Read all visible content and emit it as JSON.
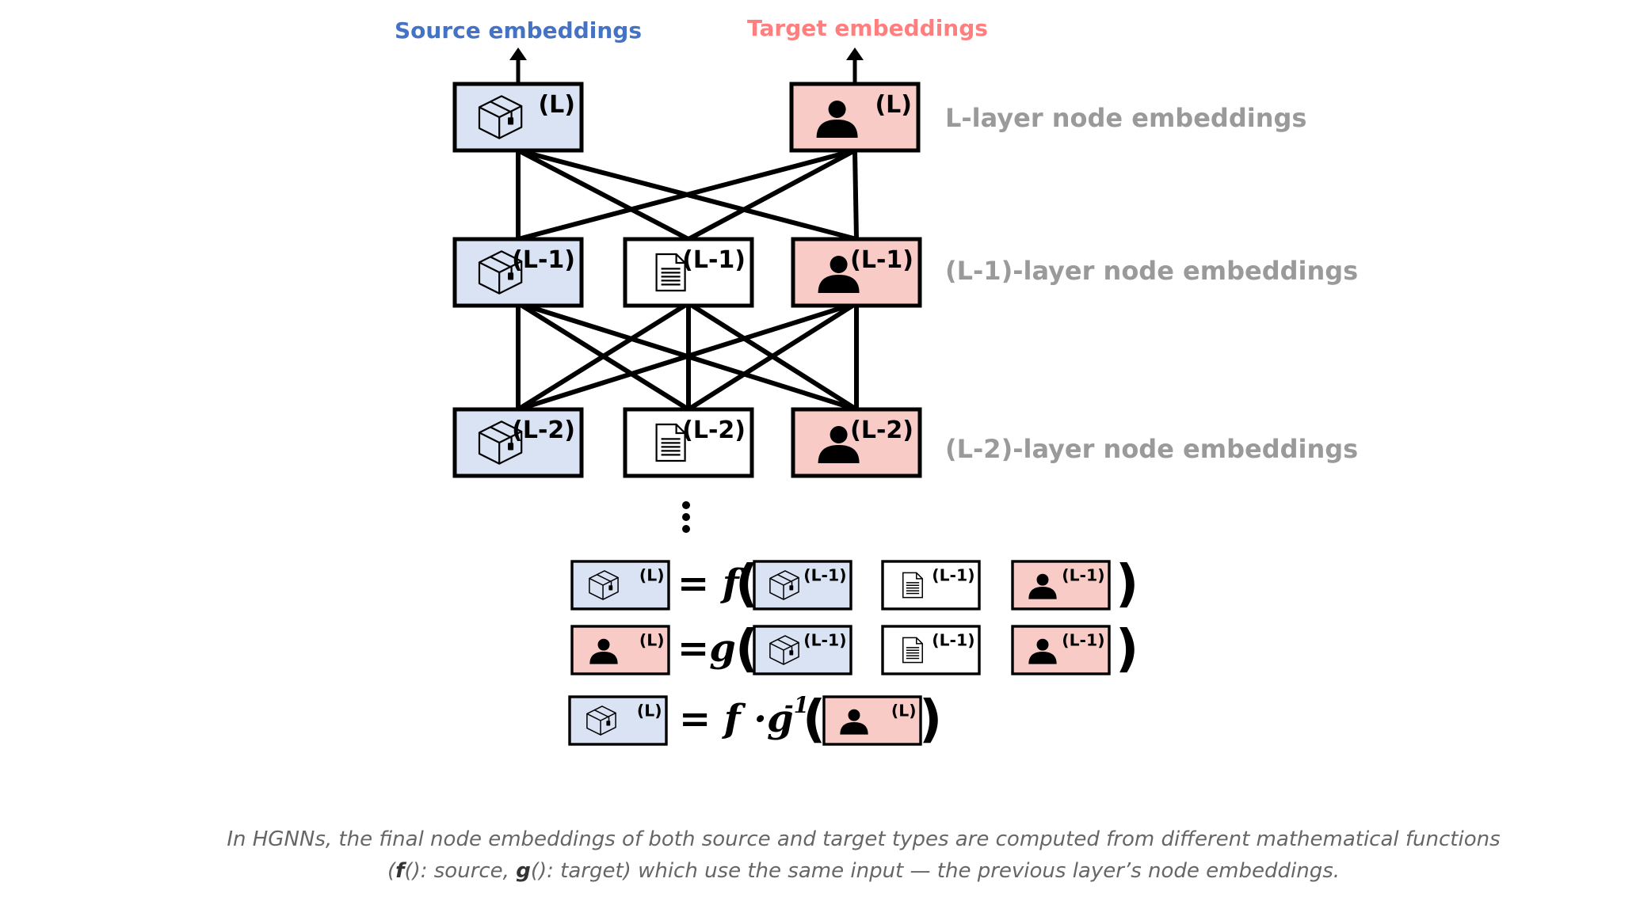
{
  "diagram": {
    "arrows": {
      "source": "Source embeddings",
      "target": "Target embeddings"
    },
    "layers": [
      {
        "label": "L-layer node embeddings"
      },
      {
        "label": "(L-1)-layer node embeddings"
      },
      {
        "label": "(L-2)-layer node embeddings"
      }
    ],
    "tags": {
      "L": "(L)",
      "L1": "(L-1)",
      "L2": "(L-2)"
    },
    "ellipsis": "⋮",
    "equations": [
      {
        "op": "= f",
        "lhs": "product",
        "inputs": [
          "product",
          "document",
          "user"
        ]
      },
      {
        "op": "=g",
        "lhs": "user",
        "inputs": [
          "product",
          "document",
          "user"
        ]
      },
      {
        "op": "= f ·g",
        "sup": "-1",
        "lhs": "product",
        "inputs": [
          "user"
        ]
      }
    ],
    "colors": {
      "source_text": "#4472c4",
      "target_text": "#ff7f7f",
      "product_fill": "#dae3f3",
      "user_fill": "#f8cbc7",
      "doc_fill": "#ffffff",
      "layer_text": "#9a9a9a"
    },
    "icons": {
      "product": "box-icon",
      "document": "document-icon",
      "user": "person-icon"
    }
  },
  "caption": {
    "part1": "In HGNNs, the final node embeddings of both source and target types are computed from different mathematical functions (",
    "f": "f",
    "part2": "(): source, ",
    "g": "g",
    "part3": "(): target) which use the same input — the previous layer’s node embeddings."
  }
}
